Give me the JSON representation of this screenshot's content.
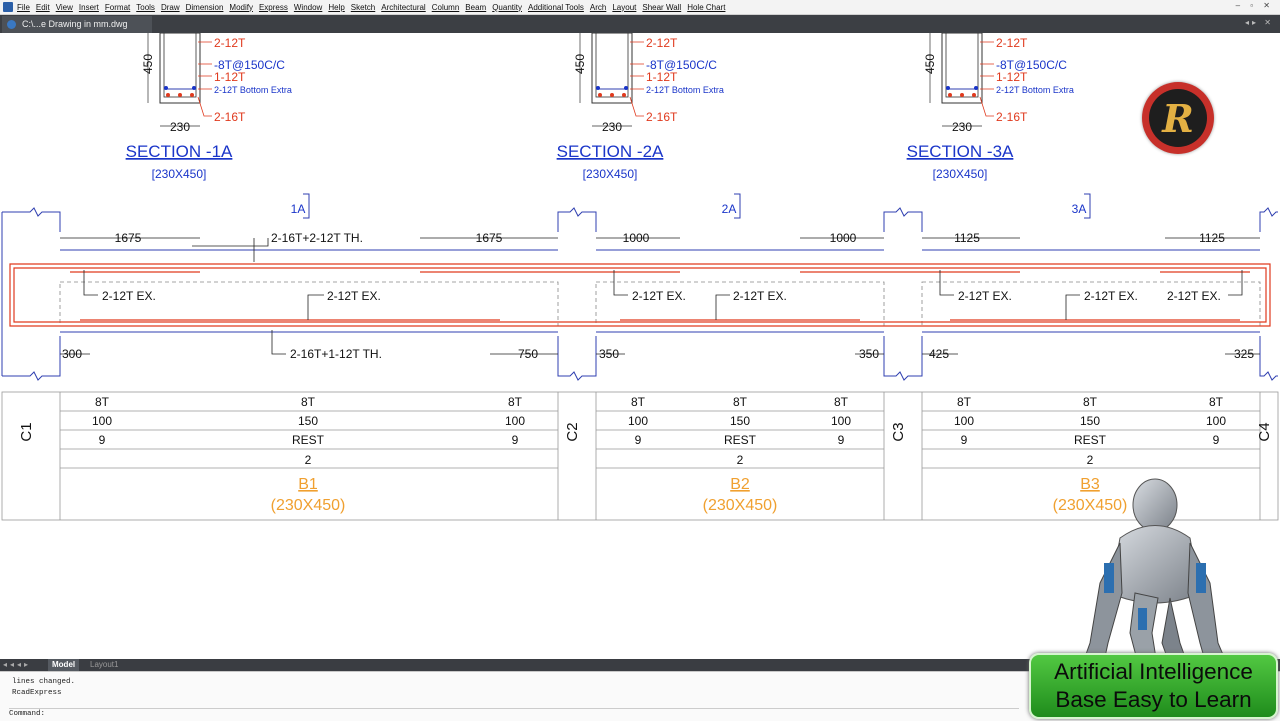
{
  "menu": {
    "items": [
      "File",
      "Edit",
      "View",
      "Insert",
      "Format",
      "Tools",
      "Draw",
      "Dimension",
      "Modify",
      "Express",
      "Window",
      "Help",
      "Sketch",
      "Architectural",
      "Column",
      "Beam",
      "Quantity",
      "Additional Tools",
      "Arch",
      "Layout",
      "Shear Wall",
      "Hole Chart"
    ]
  },
  "document_tab": {
    "title": "C:\\...e Drawing in mm.dwg"
  },
  "sections": [
    {
      "title": "SECTION -1A",
      "size": "[230X450]",
      "top_bars": "2-12T",
      "stirrups": "-8T@150C/C",
      "extra_top": "1-12T",
      "bottom_extra": "2-12T Bottom Extra",
      "bottom_bars": "2-16T",
      "depth": "450",
      "width": "230"
    },
    {
      "title": "SECTION -2A",
      "size": "[230X450]",
      "top_bars": "2-12T",
      "stirrups": "-8T@150C/C",
      "extra_top": "1-12T",
      "bottom_extra": "2-12T Bottom Extra",
      "bottom_bars": "2-16T",
      "depth": "450",
      "width": "230"
    },
    {
      "title": "SECTION -3A",
      "size": "[230X450]",
      "top_bars": "2-12T",
      "stirrups": "-8T@150C/C",
      "extra_top": "1-12T",
      "bottom_extra": "2-12T Bottom Extra",
      "bottom_bars": "2-16T",
      "depth": "450",
      "width": "230"
    }
  ],
  "elevation": {
    "section_marks": [
      "1A",
      "2A",
      "3A"
    ],
    "top_dims": [
      "1675",
      "1675",
      "1000",
      "1000",
      "1125",
      "1125"
    ],
    "top_bar_label": "2-16T+2-12T TH.",
    "bottom_bar_label": "2-16T+1-12T TH.",
    "extra_labels": [
      "2-12T EX.",
      "2-12T EX.",
      "2-12T EX.",
      "2-12T EX.",
      "2-12T EX.",
      "2-12T EX.",
      "2-12T EX."
    ],
    "bottom_dims": [
      "300",
      "750",
      "350",
      "350",
      "425",
      "325"
    ]
  },
  "columns": [
    "C1",
    "C2",
    "C3",
    "C4"
  ],
  "schedule": {
    "beams": [
      {
        "stirrup_dia": [
          "8T",
          "8T",
          "8T"
        ],
        "spacing": [
          "100",
          "150",
          "100"
        ],
        "count": [
          "9",
          "REST",
          "9"
        ],
        "legs": "2",
        "name": "B1",
        "size": "(230X450)"
      },
      {
        "stirrup_dia": [
          "8T",
          "8T",
          "8T"
        ],
        "spacing": [
          "100",
          "150",
          "100"
        ],
        "count": [
          "9",
          "REST",
          "9"
        ],
        "legs": "2",
        "name": "B2",
        "size": "(230X450)"
      },
      {
        "stirrup_dia": [
          "8T",
          "8T",
          "8T"
        ],
        "spacing": [
          "100",
          "150",
          "100"
        ],
        "count": [
          "9",
          "REST",
          "9"
        ],
        "legs": "2",
        "name": "B3",
        "size": "(230X450)"
      }
    ]
  },
  "layout_tabs": [
    "Model",
    "Layout1"
  ],
  "command_line": {
    "history": [
      "lines changed.",
      "RcadExpress"
    ],
    "prompt": "Command:"
  },
  "overlay": {
    "logo_letter": "R",
    "banner_line1": "Artificial Intelligence",
    "banner_line2": "Base Easy to Learn"
  },
  "colors": {
    "annotation_blue": "#1a35c9",
    "rebar_red": "#e03a1e",
    "beam_label_orange": "#f0a030",
    "outline_blue": "#2f3fb0",
    "banner_green": "#3cb832"
  }
}
